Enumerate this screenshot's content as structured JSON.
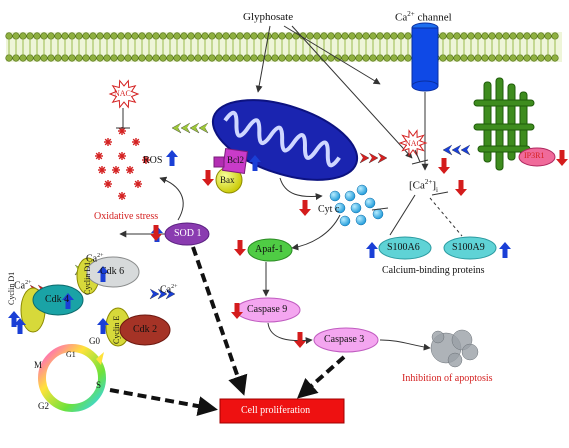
{
  "membrane": {
    "glyphosate": "Glyphosate",
    "ca_channel": "Ca",
    "ca_channel_sup": "2+",
    "ca_channel_suffix": " channel"
  },
  "ros": {
    "nac": "NAC",
    "ros_label": "ROS",
    "oxidative_stress": "Oxidative stress",
    "sod1": "SOD 1"
  },
  "mitochondria": {
    "bcl2": "Bcl2",
    "bax": "Bax",
    "cyt_c": "Cyt c"
  },
  "calcium": {
    "nac": "NAC",
    "ca_i": "[Ca",
    "ca_i_sup": "2+",
    "ca_i_close": "]",
    "ca_i_sub": "i",
    "ip3r1": "IP3R1",
    "s100a6": "S100A6",
    "s100a9": "S100A9",
    "binding_proteins": "Calcium-binding proteins"
  },
  "apoptosis": {
    "apaf1": "Apaf-1",
    "caspase9": "Caspase 9",
    "caspase3": "Caspase 3",
    "inhibition": "Inhibition of apoptosis"
  },
  "cell_cycle": {
    "ca_top": "Ca",
    "ca_left": "Ca",
    "ca_right": "Ca",
    "ca_sup": "2+",
    "cyclin_d1_a": "Cyclin D1",
    "cyclin_d1_b": "Cyclin D1",
    "cyclin_e": "Cyclin E",
    "cdk4": "Cdk 4",
    "cdk6": "Cdk 6",
    "cdk2": "Cdk 2",
    "g0": "G0",
    "g1": "G1",
    "s": "S",
    "m": "M",
    "g2": "G2"
  },
  "outcome": {
    "cell_proliferation": "Cell proliferation"
  },
  "colors": {
    "membrane_green": "#7fa33a",
    "up_arrow": "#1a3fd6",
    "down_arrow": "#d41c1c",
    "mitochondria": "#1a24b0",
    "calcium_dot": "#22a8e0",
    "protein_cyan": "#5fd3d6",
    "caspase_pink": "#f4a6f0",
    "sod_purple": "#8a3bb0",
    "proliferation_red": "#ee1111"
  }
}
